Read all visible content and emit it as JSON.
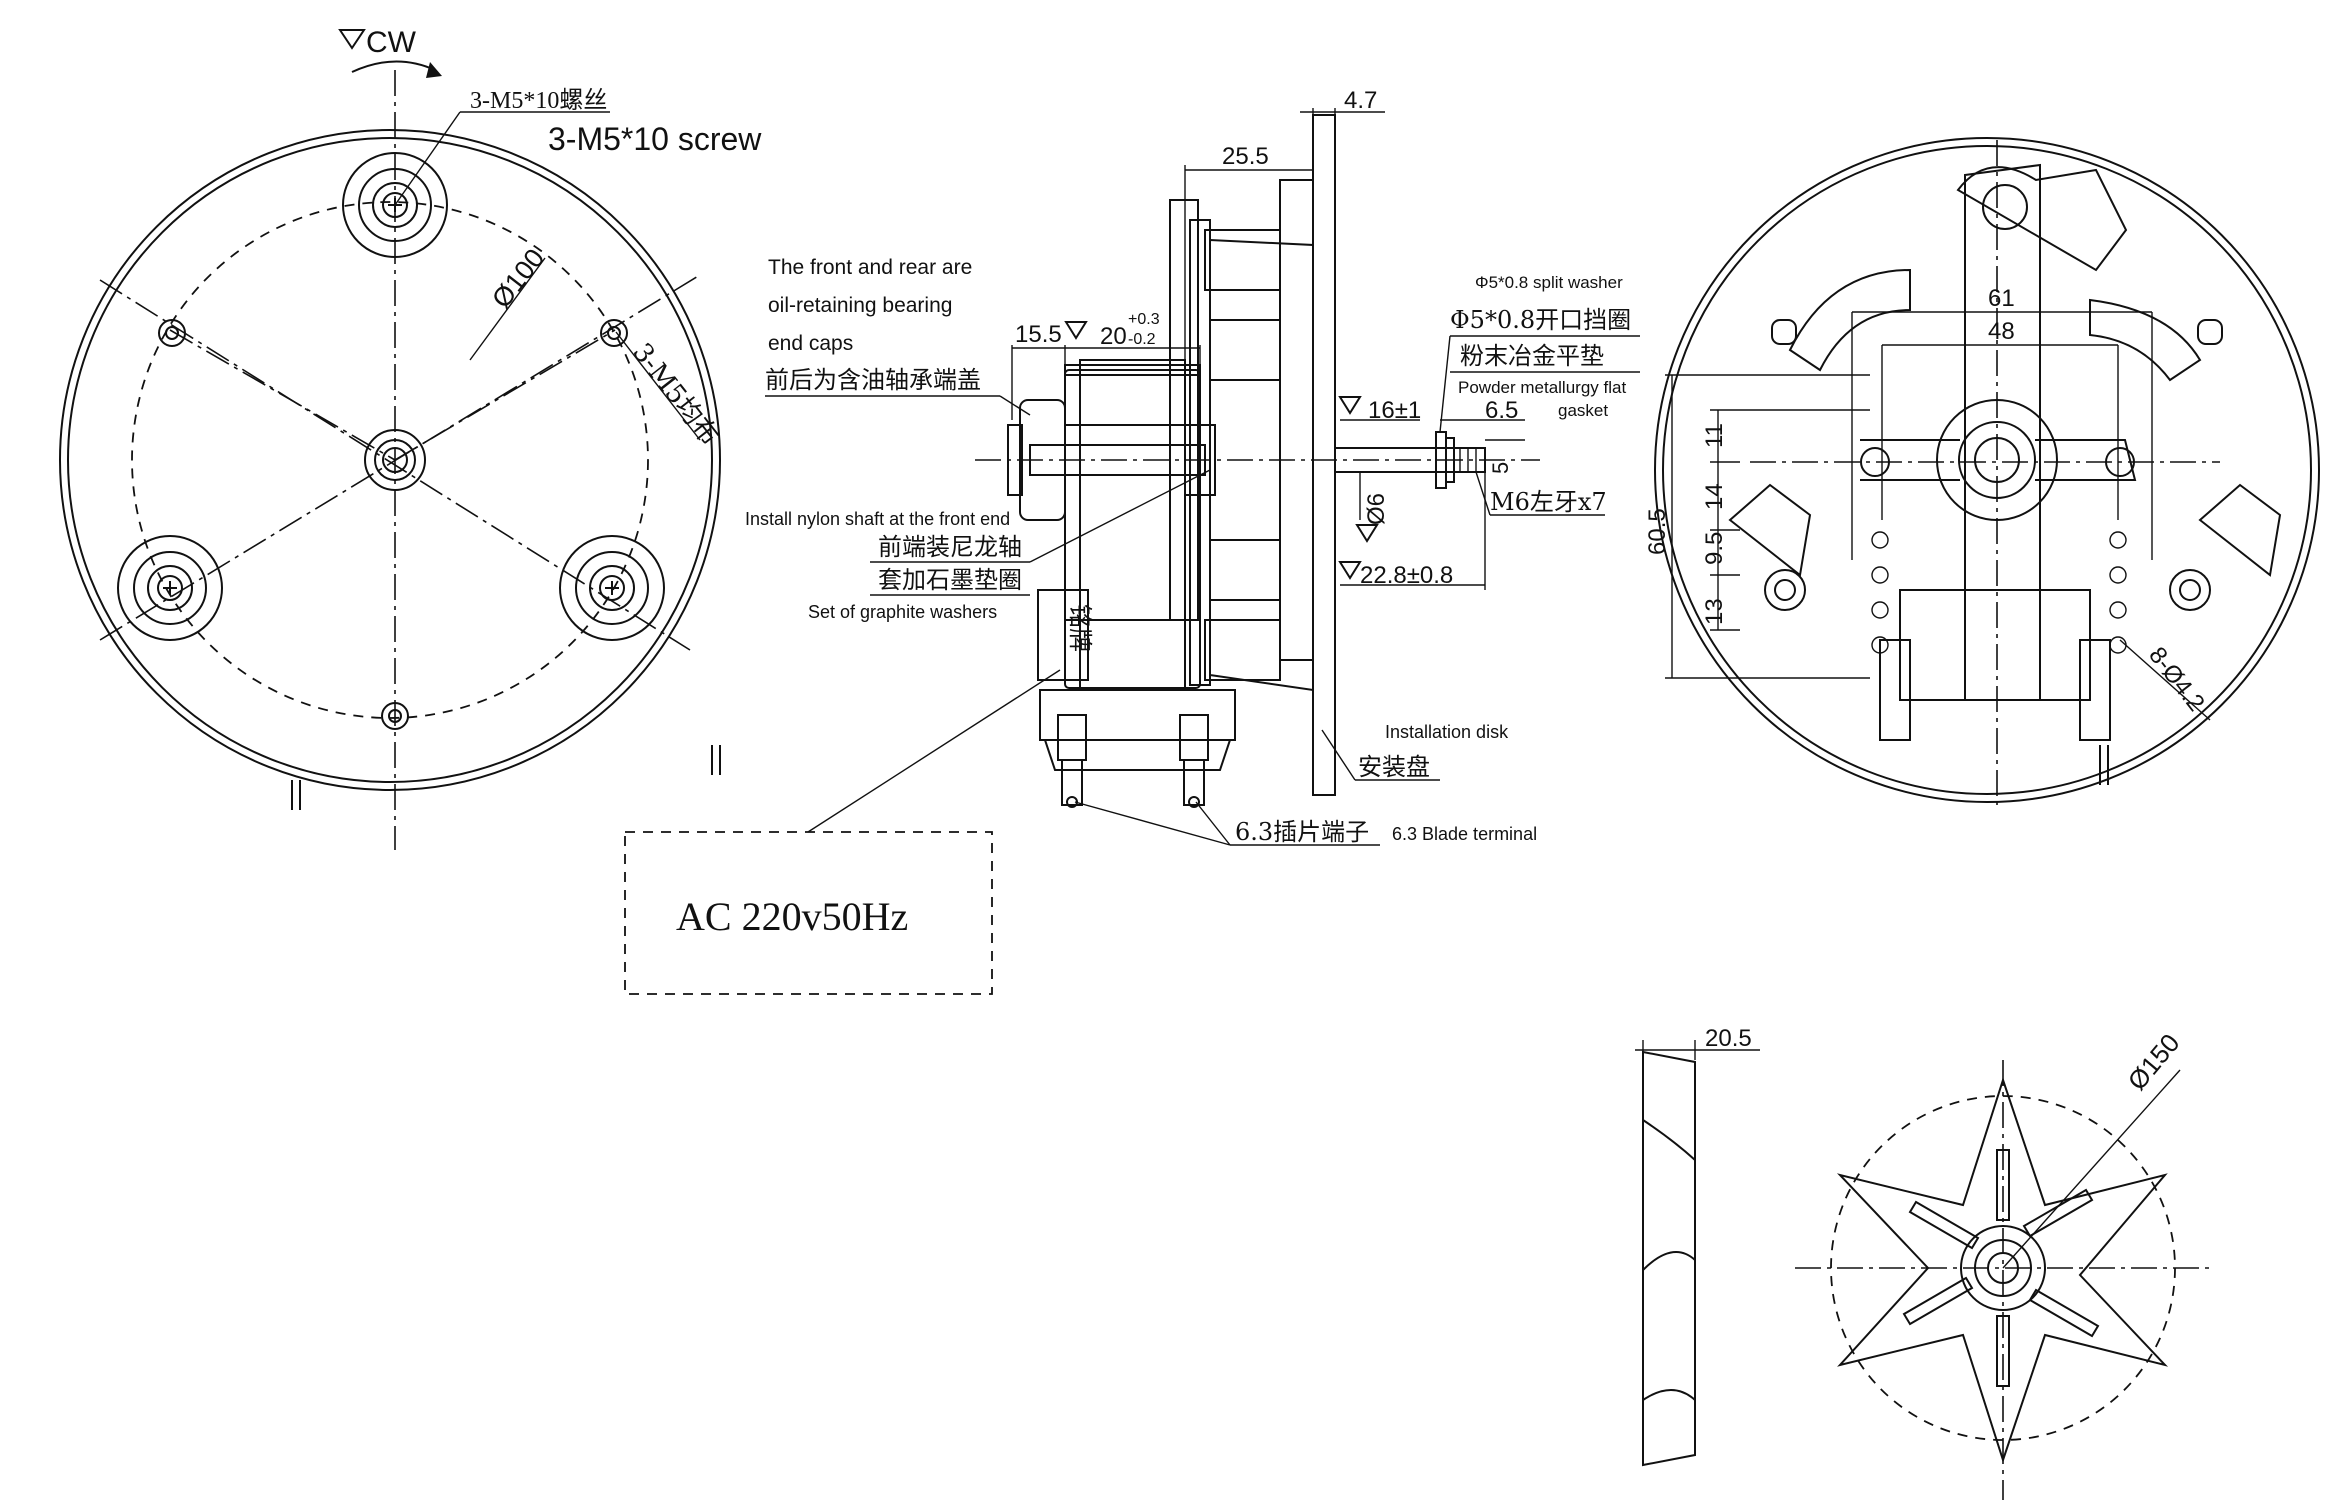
{
  "left_view": {
    "rotation": "CW",
    "screw_label_cn": "3-M5*10螺丝",
    "screw_label_en": "3-M5*10 screw",
    "circle_dia": "Ø100",
    "holes_label": "3-M5均布"
  },
  "side_view": {
    "dim_4_7": "4.7",
    "dim_25_5": "25.5",
    "dim_15_5": "15.5",
    "dim_20": "20",
    "tol_plus": "+0.3",
    "tol_minus": "-0.2",
    "dim_16": "16±1",
    "dim_6_5": "6.5",
    "dim_5": "5",
    "dim_phi6": "Ø6",
    "dim_22_8": "22.8±0.8",
    "thread": "M6左牙x7",
    "nameplate": "铭牌",
    "bearing_en_1": "The front and rear are",
    "bearing_en_2": "oil-retaining bearing",
    "bearing_en_3": "end caps",
    "bearing_cn": "前后为含油轴承端盖",
    "nylon_en": "Install nylon shaft at the front end",
    "nylon_cn": "前端装尼龙轴",
    "graphite_cn": "套加石墨垫圈",
    "graphite_en": "Set of graphite washers",
    "washer_en": "Φ5*0.8 split washer",
    "washer_cn": "Φ5*0.8开口挡圈",
    "gasket_cn": "粉末冶金平垫",
    "gasket_en_1": "Powder metallurgy flat",
    "gasket_en_2": "gasket",
    "disk_en": "Installation disk",
    "disk_cn": "安装盘",
    "terminal_cn": "6.3插片端子",
    "terminal_en": "6.3 Blade terminal",
    "voltage": "AC  220v50Hz"
  },
  "right_view": {
    "dim_61": "61",
    "dim_48": "48",
    "dim_11": "11",
    "dim_14": "14",
    "dim_60_5": "60.5",
    "dim_9_5": "9.5",
    "dim_13": "13",
    "holes": "8-Ø4.2"
  },
  "fan_view": {
    "dim_20_5": "20.5",
    "dia": "Ø150"
  }
}
